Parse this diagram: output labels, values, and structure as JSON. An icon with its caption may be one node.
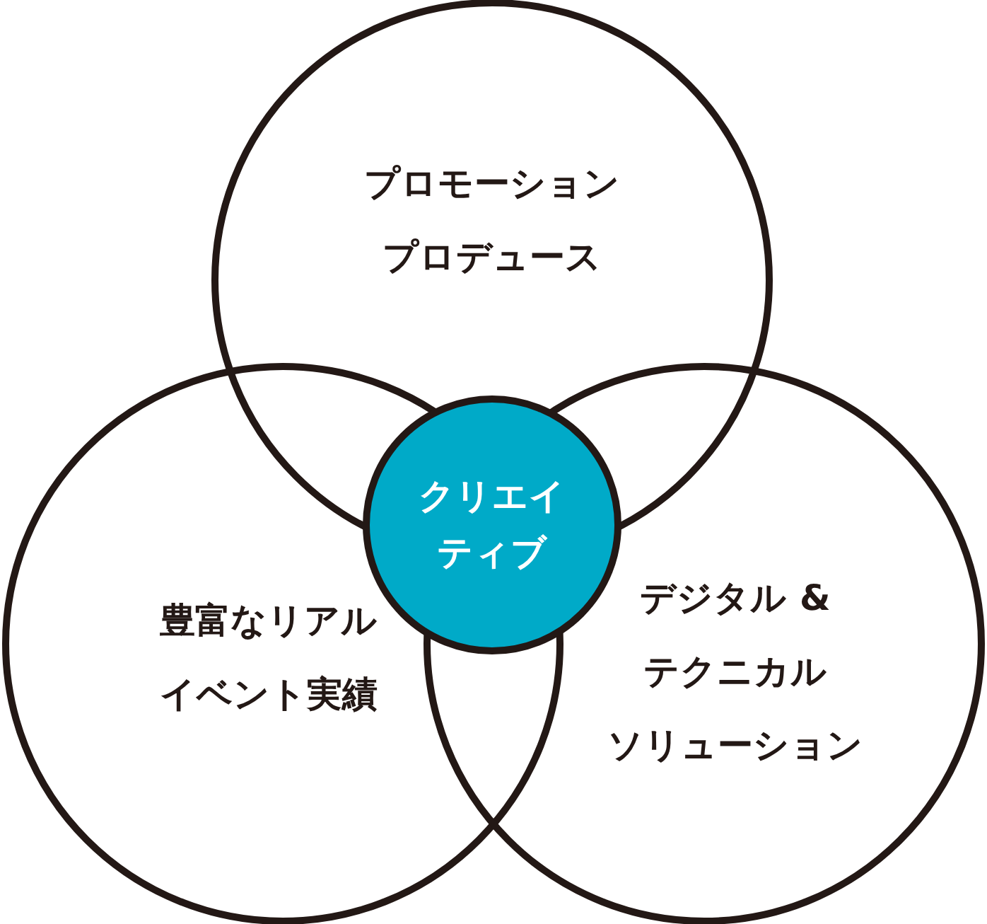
{
  "diagram": {
    "nodes": [
      {
        "text": [
          "プロモーションプロデュース"
        ]
      },
      {
        "text": [
          "豊富なリアルイベント実績"
        ]
      },
      {
        "text": [
          "デジタル &テクニカルソリューション"
        ]
      },
      {
        "text": [
          "クリエイティブ"
        ]
      }
    ]
  }
}
